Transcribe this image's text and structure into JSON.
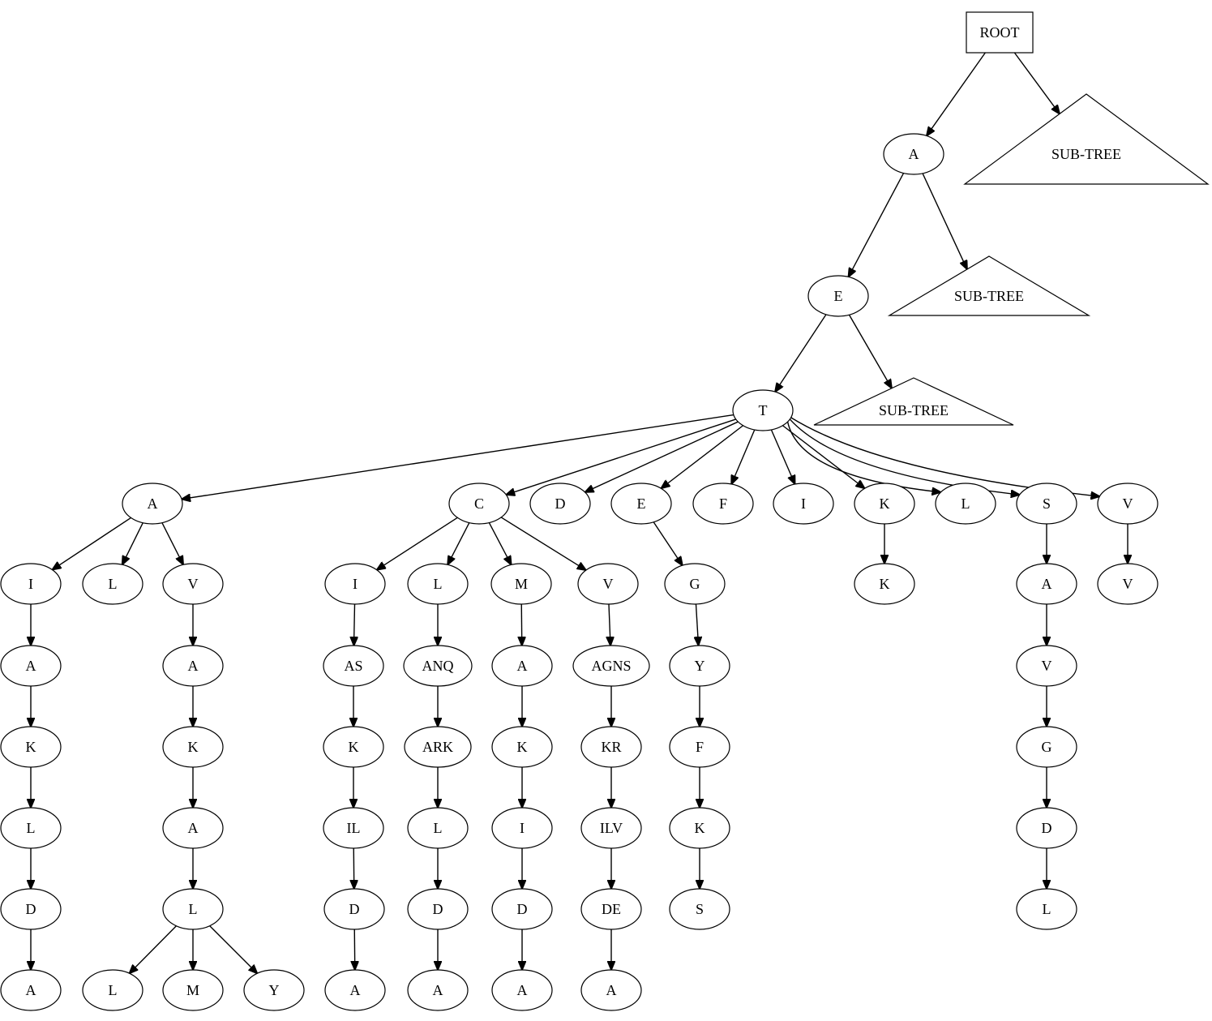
{
  "diagram": {
    "nodes": [
      {
        "id": "root",
        "label": "ROOT",
        "shape": "box"
      },
      {
        "id": "a1",
        "label": "A"
      },
      {
        "id": "st1",
        "label": "SUB-TREE",
        "shape": "triangle"
      },
      {
        "id": "e1",
        "label": "E"
      },
      {
        "id": "st2",
        "label": "SUB-TREE",
        "shape": "triangle"
      },
      {
        "id": "t1",
        "label": "T"
      },
      {
        "id": "st3",
        "label": "SUB-TREE",
        "shape": "triangle"
      },
      {
        "id": "A2",
        "label": "A"
      },
      {
        "id": "C",
        "label": "C"
      },
      {
        "id": "D1",
        "label": "D"
      },
      {
        "id": "E2",
        "label": "E"
      },
      {
        "id": "F1",
        "label": "F"
      },
      {
        "id": "I1",
        "label": "I"
      },
      {
        "id": "K1",
        "label": "K"
      },
      {
        "id": "L1",
        "label": "L"
      },
      {
        "id": "S1",
        "label": "S"
      },
      {
        "id": "V1",
        "label": "V"
      },
      {
        "id": "aI",
        "label": "I"
      },
      {
        "id": "aIA",
        "label": "A"
      },
      {
        "id": "aIK",
        "label": "K"
      },
      {
        "id": "aIL",
        "label": "L"
      },
      {
        "id": "aID",
        "label": "D"
      },
      {
        "id": "aIA2",
        "label": "A"
      },
      {
        "id": "aL",
        "label": "L"
      },
      {
        "id": "aV",
        "label": "V"
      },
      {
        "id": "aVA",
        "label": "A"
      },
      {
        "id": "aVK",
        "label": "K"
      },
      {
        "id": "aVA2",
        "label": "A"
      },
      {
        "id": "aVL",
        "label": "L"
      },
      {
        "id": "aVL1",
        "label": "L"
      },
      {
        "id": "aVM",
        "label": "M"
      },
      {
        "id": "aVY",
        "label": "Y"
      },
      {
        "id": "cI",
        "label": "I"
      },
      {
        "id": "cIAS",
        "label": "AS"
      },
      {
        "id": "cIK",
        "label": "K"
      },
      {
        "id": "cIIL",
        "label": "IL"
      },
      {
        "id": "cID",
        "label": "D"
      },
      {
        "id": "cIA",
        "label": "A"
      },
      {
        "id": "cL",
        "label": "L"
      },
      {
        "id": "cLANQ",
        "label": "ANQ"
      },
      {
        "id": "cLARK",
        "label": "ARK"
      },
      {
        "id": "cLL",
        "label": "L"
      },
      {
        "id": "cLD",
        "label": "D"
      },
      {
        "id": "cLA",
        "label": "A"
      },
      {
        "id": "cM",
        "label": "M"
      },
      {
        "id": "cMA",
        "label": "A"
      },
      {
        "id": "cMK",
        "label": "K"
      },
      {
        "id": "cMI",
        "label": "I"
      },
      {
        "id": "cMD",
        "label": "D"
      },
      {
        "id": "cMA2",
        "label": "A"
      },
      {
        "id": "cV",
        "label": "V"
      },
      {
        "id": "cVAGNS",
        "label": "AGNS"
      },
      {
        "id": "cVKR",
        "label": "KR"
      },
      {
        "id": "cVILV",
        "label": "ILV"
      },
      {
        "id": "cVDE",
        "label": "DE"
      },
      {
        "id": "cVA",
        "label": "A"
      },
      {
        "id": "eG",
        "label": "G"
      },
      {
        "id": "eY",
        "label": "Y"
      },
      {
        "id": "eF",
        "label": "F"
      },
      {
        "id": "eK",
        "label": "K"
      },
      {
        "id": "eS",
        "label": "S"
      },
      {
        "id": "kK",
        "label": "K"
      },
      {
        "id": "sA",
        "label": "A"
      },
      {
        "id": "sV",
        "label": "V"
      },
      {
        "id": "sG",
        "label": "G"
      },
      {
        "id": "sD",
        "label": "D"
      },
      {
        "id": "sL",
        "label": "L"
      },
      {
        "id": "vV",
        "label": "V"
      }
    ],
    "edges": [
      [
        "root",
        "a1"
      ],
      [
        "root",
        "st1"
      ],
      [
        "a1",
        "e1"
      ],
      [
        "a1",
        "st2"
      ],
      [
        "e1",
        "t1"
      ],
      [
        "e1",
        "st3"
      ],
      [
        "t1",
        "A2"
      ],
      [
        "t1",
        "C"
      ],
      [
        "t1",
        "D1"
      ],
      [
        "t1",
        "E2"
      ],
      [
        "t1",
        "F1"
      ],
      [
        "t1",
        "I1"
      ],
      [
        "t1",
        "K1"
      ],
      [
        "t1",
        "L1"
      ],
      [
        "t1",
        "S1"
      ],
      [
        "t1",
        "V1"
      ],
      [
        "A2",
        "aI"
      ],
      [
        "A2",
        "aL"
      ],
      [
        "A2",
        "aV"
      ],
      [
        "aI",
        "aIA"
      ],
      [
        "aIA",
        "aIK"
      ],
      [
        "aIK",
        "aIL"
      ],
      [
        "aIL",
        "aID"
      ],
      [
        "aID",
        "aIA2"
      ],
      [
        "aV",
        "aVA"
      ],
      [
        "aVA",
        "aVK"
      ],
      [
        "aVK",
        "aVA2"
      ],
      [
        "aVA2",
        "aVL"
      ],
      [
        "aVL",
        "aVL1"
      ],
      [
        "aVL",
        "aVM"
      ],
      [
        "aVL",
        "aVY"
      ],
      [
        "C",
        "cI"
      ],
      [
        "C",
        "cL"
      ],
      [
        "C",
        "cM"
      ],
      [
        "C",
        "cV"
      ],
      [
        "cI",
        "cIAS"
      ],
      [
        "cIAS",
        "cIK"
      ],
      [
        "cIK",
        "cIIL"
      ],
      [
        "cIIL",
        "cID"
      ],
      [
        "cID",
        "cIA"
      ],
      [
        "cL",
        "cLANQ"
      ],
      [
        "cLANQ",
        "cLARK"
      ],
      [
        "cLARK",
        "cLL"
      ],
      [
        "cLL",
        "cLD"
      ],
      [
        "cLD",
        "cLA"
      ],
      [
        "cM",
        "cMA"
      ],
      [
        "cMA",
        "cMK"
      ],
      [
        "cMK",
        "cMI"
      ],
      [
        "cMI",
        "cMD"
      ],
      [
        "cMD",
        "cMA2"
      ],
      [
        "cV",
        "cVAGNS"
      ],
      [
        "cVAGNS",
        "cVKR"
      ],
      [
        "cVKR",
        "cVILV"
      ],
      [
        "cVILV",
        "cVDE"
      ],
      [
        "cVDE",
        "cVA"
      ],
      [
        "E2",
        "eG"
      ],
      [
        "eG",
        "eY"
      ],
      [
        "eY",
        "eF"
      ],
      [
        "eF",
        "eK"
      ],
      [
        "eK",
        "eS"
      ],
      [
        "K1",
        "kK"
      ],
      [
        "S1",
        "sA"
      ],
      [
        "sA",
        "sV"
      ],
      [
        "sV",
        "sG"
      ],
      [
        "sG",
        "sD"
      ],
      [
        "sD",
        "sL"
      ],
      [
        "V1",
        "vV"
      ]
    ]
  }
}
